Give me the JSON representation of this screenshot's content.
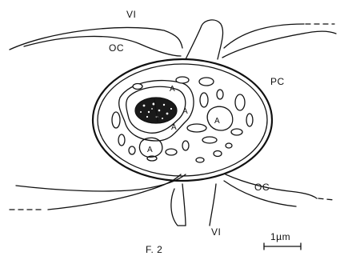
{
  "labels": {
    "vi_top": "VI",
    "vi_bottom": "VI",
    "oc_top": "OC",
    "oc_bottom": "OC",
    "pc": "PC",
    "a1": "A",
    "a2": "A",
    "a3": "A",
    "a4": "A",
    "a5": "A",
    "figure": "F. 2",
    "scale": "1µm"
  }
}
